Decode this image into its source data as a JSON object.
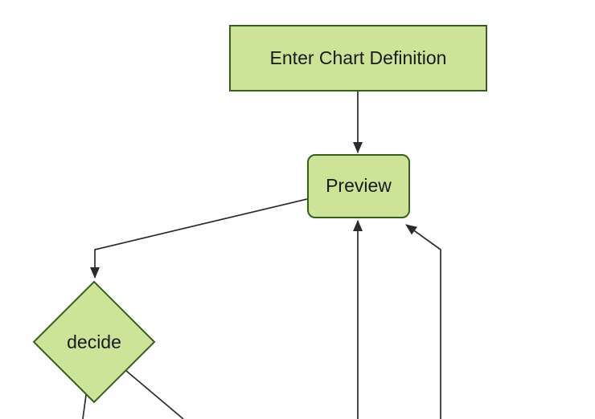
{
  "diagram": {
    "type": "flowchart",
    "orientation": "top-down",
    "background": "#ffffff",
    "colors": {
      "background": "#ffffff",
      "node_fill": "#cde498",
      "node_border": "#33611c",
      "edge": "#2b2b2b",
      "text": "#1a1a1a"
    },
    "nodes": [
      {
        "id": "enter-chart-definition",
        "label": "Enter Chart Definition",
        "shape": "rectangle"
      },
      {
        "id": "preview",
        "label": "Preview",
        "shape": "rounded-rectangle"
      },
      {
        "id": "decide",
        "label": "decide",
        "shape": "diamond"
      }
    ],
    "edges": [
      {
        "from": "enter-chart-definition",
        "to": "preview",
        "arrowhead": true
      },
      {
        "from": "preview",
        "to": "decide",
        "arrowhead": true
      },
      {
        "from": "offscreen-bottom",
        "to": "preview",
        "arrowhead": true
      },
      {
        "from": "offscreen-bottom-right",
        "to": "preview",
        "arrowhead": true
      },
      {
        "from": "decide",
        "to": "offscreen-bottom-left",
        "arrowhead": false
      },
      {
        "from": "decide",
        "to": "offscreen-bottom-right",
        "arrowhead": false
      }
    ]
  }
}
